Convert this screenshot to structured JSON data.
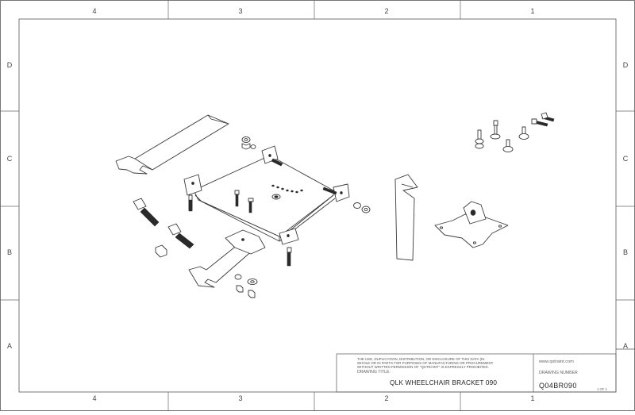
{
  "border": {
    "columns": [
      "4",
      "3",
      "2",
      "1"
    ],
    "rows": [
      "D",
      "C",
      "B",
      "A"
    ]
  },
  "title_block": {
    "notice_lines": [
      "THE USE, DUPLICATION, DISTRIBUTION, OR DISCLOSURE OF THIS DATA (IN",
      "WHOLE OR IN PARTS FOR PURPOSES OF MANUFACTURING OR PROCUREMENT",
      "WITHOUT WRITTEN PERMISSION OF \"QSTRAINT\" IS EXPRESSLY PROHIBITED."
    ],
    "drawing_title_label": "DRAWING TITLE:",
    "drawing_title": "QLK WHEELCHAIR BRACKET 090",
    "website": "www.qstraint.com",
    "drawing_number_label": "DRAWING NUMBER",
    "drawing_number": "Q04BR090",
    "sheet": "1 OF 1"
  },
  "colors": {
    "line": "#3a3a3a",
    "frame": "#555555",
    "paper": "#ffffff"
  }
}
